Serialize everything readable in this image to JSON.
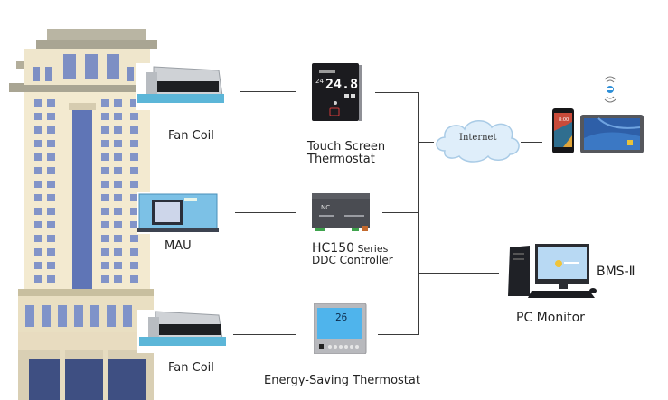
{
  "diagram": {
    "building": {
      "name": "hotel-building"
    },
    "equipment": [
      {
        "id": "fan-coil-top",
        "label": "Fan Coil"
      },
      {
        "id": "mau",
        "label": "MAU"
      },
      {
        "id": "fan-coil-bottom",
        "label": "Fan Coil"
      }
    ],
    "controllers": [
      {
        "id": "touch-screen-thermostat",
        "label_line1": "Touch Screen",
        "label_line2": "Thermostat",
        "display_temp": "24.8",
        "display_small": "24"
      },
      {
        "id": "ddc-controller",
        "label_line1": "HC150 Series",
        "label_line2": "DDC Controller",
        "label_model": "HC150",
        "label_series": " Series",
        "device_text": "NC"
      },
      {
        "id": "energy-saving-thermostat",
        "label_line1": "Energy-Saving Thermostat",
        "display_temp": "26"
      }
    ],
    "network": {
      "cloud_label": "Internet",
      "mobile_devices": {
        "phone_time": "8:00",
        "wifi": "wireless"
      },
      "pc": {
        "label": "PC Monitor",
        "system_label": "BMS-Ⅱ"
      }
    }
  },
  "colors": {
    "line": "#3a3a3a",
    "cloud_fill": "#dfeefa",
    "cloud_stroke": "#a9cbe6",
    "mau_blue": "#6fb7df",
    "lcd_blue": "#4fb4ec",
    "thermostat_dark": "#1b1b1f"
  }
}
